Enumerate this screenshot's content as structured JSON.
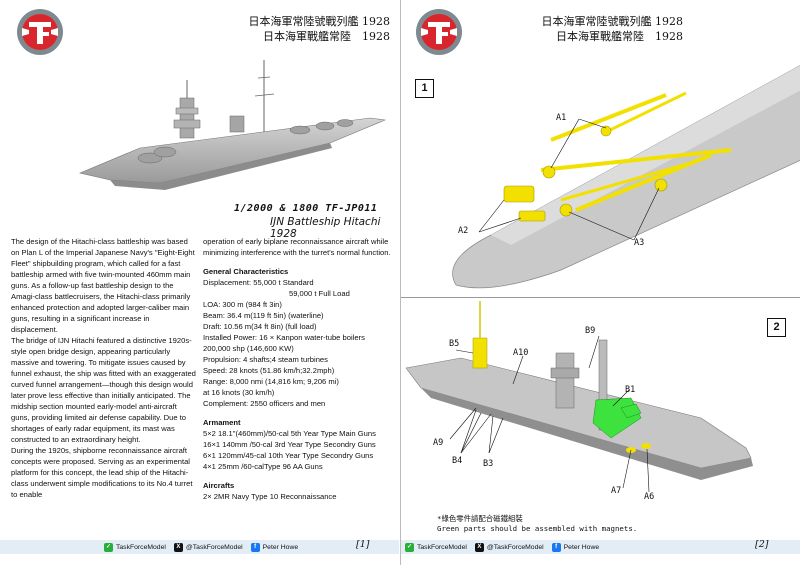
{
  "header": {
    "title_line1": "日本海軍常陸號戰列艦 1928",
    "title_line2": "日本海軍戰艦常陸　1928"
  },
  "product": {
    "code": "1/2000 & 1800 TF-JP011",
    "name": "IJN Battleship Hitachi 1928"
  },
  "description": [
    "The design of the Hitachi-class battleship was based on Plan L of the Imperial Japanese Navy's \"Eight-Eight Fleet\" shipbuilding program, which called for a fast battleship armed with five twin-mounted 460mm main guns. As a follow-up fast battleship design to the Amagi-class battlecruisers, the Hitachi-class primarily enhanced protection and adopted larger-caliber main guns, resulting in a significant increase in displacement.",
    "The bridge of IJN Hitachi featured a distinctive 1920s-style open bridge design, appearing particularly massive and towering. To mitigate issues caused by funnel exhaust, the ship was fitted with an exaggerated curved funnel arrangement—though this design would later prove less effective than initially anticipated. The midship section mounted early-model anti-aircraft guns, providing limited air defense capability. Due to shortages of early radar equipment, its mast was constructed to an extraordinary height.",
    "During the 1920s, shipborne reconnaissance aircraft concepts were proposed. Serving as an experimental platform for this concept, the lead ship of the Hitachi-class underwent simple modifications to its No.4 turret to enable"
  ],
  "description_cont": "operation of early biplane reconnaissance aircraft while minimizing interference with the turret's normal function.",
  "specs": {
    "heading": "General Characteristics",
    "lines": [
      "Displacement: 55,000 t Standard",
      "59,000 t Full Load",
      "LOA: 300 m (984 ft 3in)",
      "Beam: 36.4 m(119 ft 5in) (waterline)",
      "Draft: 10.56 m(34 ft 8in) (full load)",
      "Installed Power: 16 × Kanpon water-tube boilers",
      "200,000 shp (146,600 KW)",
      "Propulsion: 4 shafts;4 steam turbines",
      "Speed: 28 knots (51.86 km/h;32.2mph)",
      "Range: 8,000 nmi (14,816 km; 9,206 mi)",
      "at 16 knots (30 km/h)",
      "Complement: 2550 officers and men"
    ]
  },
  "armament": {
    "heading": "Armament",
    "lines": [
      "5×2 18.1\"(460mm)/50-cal 5th Year Type Main Guns",
      "16×1 140mm /50-cal 3rd Year Type Secondry Guns",
      "6×1 120mm/45-cal 10th Year Type  Secondry Guns",
      "4×1 25mm /60-calType 96 AA Guns"
    ]
  },
  "aircraft": {
    "heading": "Aircrafts",
    "lines": [
      "2× 2MR Navy Type 10 Reconnaissance"
    ]
  },
  "footer": {
    "wechat": "TaskForceModel",
    "x": "@TaskForceModel",
    "facebook": "Peter Howe",
    "page_left": "[1]",
    "page_right": "[2]"
  },
  "steps": {
    "step1": "1",
    "step2": "2",
    "step1_callouts": [
      "A1",
      "A2",
      "A3"
    ],
    "step2_callouts": [
      "B5",
      "A10",
      "B9",
      "B1",
      "A9",
      "B4",
      "B3",
      "A7",
      "A6"
    ]
  },
  "note": {
    "zh": "*綠色零件請配合磁鐵組裝",
    "en": "Green parts should be assembled with magnets."
  },
  "colors": {
    "logo_red": "#d8262c",
    "hull_grey": "#c4c4c4",
    "part_yellow": "#f2e000",
    "part_green": "#3ee23e"
  }
}
